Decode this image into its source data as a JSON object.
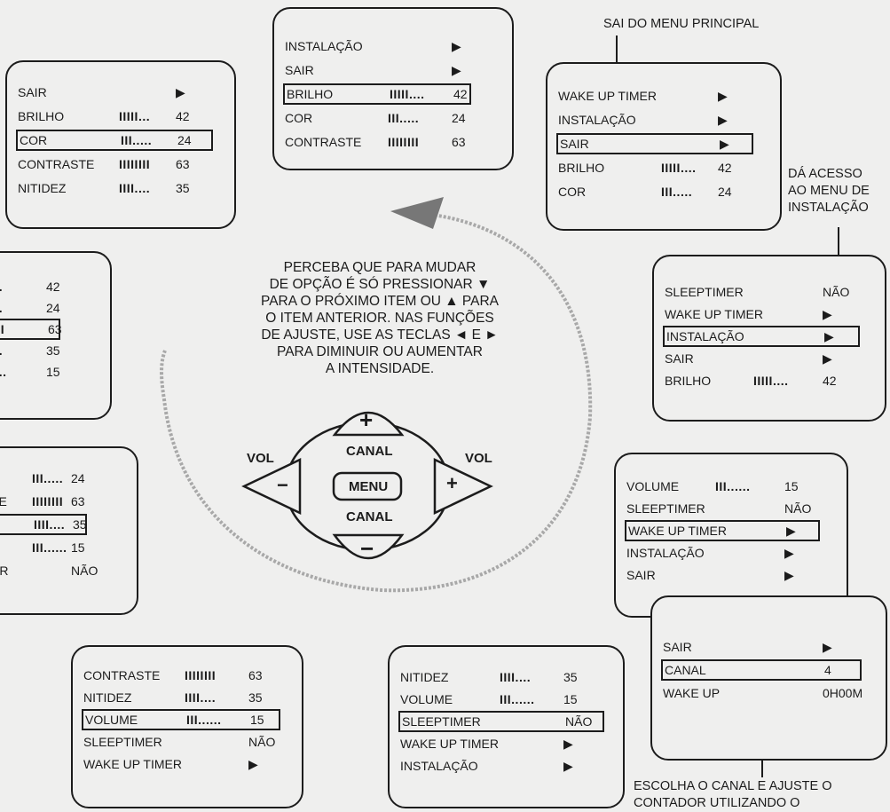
{
  "footer_note": [
    "ESCOLHA O CANAL E AJUSTE O",
    "CONTADOR UTILIZANDO O"
  ],
  "top_note": "SAI DO MENU PRINCIPAL",
  "right_note": [
    "DÁ ACESSO",
    "AO MENU DE",
    "INSTALAÇÃO"
  ],
  "center_text": [
    "PERCEBA QUE PARA MUDAR",
    "DE OPÇÃO É SÓ PRESSIONAR ▼",
    "PARA O PRÓXIMO ITEM OU ▲ PARA",
    "O ITEM ANTERIOR. NAS FUNÇÕES",
    "DE AJUSTE, USE AS TECLAS ◄ E ►",
    "PARA DIMINUIR OU AUMENTAR",
    "A INTENSIDADE."
  ],
  "remote": {
    "vol_left": "VOL",
    "vol_right": "VOL",
    "canal_up": "CANAL",
    "canal_down": "CANAL",
    "menu": "MENU",
    "plus": "+",
    "minus": "−"
  },
  "screens": {
    "top_center": [
      {
        "label": "INSTALAÇÃO",
        "bar": "",
        "value": "▶"
      },
      {
        "label": "SAIR",
        "bar": "",
        "value": "▶"
      },
      {
        "label": "BRILHO",
        "bar": "IIIII....",
        "value": "42"
      },
      {
        "label": "COR",
        "bar": "III.....",
        "value": "24"
      },
      {
        "label": "CONTRASTE",
        "bar": "IIIIIIII",
        "value": "63"
      }
    ],
    "top_left": [
      {
        "label": "SAIR",
        "bar": "",
        "value": "▶"
      },
      {
        "label": "BRILHO",
        "bar": "IIIII...",
        "value": "42"
      },
      {
        "label": "COR",
        "bar": "III.....",
        "value": "24"
      },
      {
        "label": "CONTRASTE",
        "bar": "IIIIIIII",
        "value": "63"
      },
      {
        "label": "NITIDEZ",
        "bar": "IIII....",
        "value": "35"
      }
    ],
    "top_right": [
      {
        "label": "WAKE UP TIMER",
        "bar": "",
        "value": "▶"
      },
      {
        "label": "INSTALAÇÃO",
        "bar": "",
        "value": "▶"
      },
      {
        "label": "SAIR",
        "bar": "",
        "value": "▶"
      },
      {
        "label": "BRILHO",
        "bar": "IIIII....",
        "value": "42"
      },
      {
        "label": "COR",
        "bar": "III.....",
        "value": "24"
      }
    ],
    "mid_left": [
      {
        "label": "",
        "bar": "IIIII...",
        "value": "42"
      },
      {
        "label": "",
        "bar": "III.....",
        "value": "24"
      },
      {
        "label": "",
        "bar": "IIIIIIII",
        "value": "63"
      },
      {
        "label": "",
        "bar": "IIII....",
        "value": "35"
      },
      {
        "label": "",
        "bar": "III......",
        "value": "15"
      }
    ],
    "mid_right": [
      {
        "label": "SLEEPTIMER",
        "bar": "",
        "value": "NÃO"
      },
      {
        "label": "WAKE UP TIMER",
        "bar": "",
        "value": "▶"
      },
      {
        "label": "INSTALAÇÃO",
        "bar": "",
        "value": "▶"
      },
      {
        "label": "SAIR",
        "bar": "",
        "value": "▶"
      },
      {
        "label": "BRILHO",
        "bar": "IIIII....",
        "value": "42"
      }
    ],
    "low_left": [
      {
        "label": "",
        "bar": "III.....",
        "value": "24"
      },
      {
        "label": "TE",
        "bar": "IIIIIIII",
        "value": "63"
      },
      {
        "label": "",
        "bar": "IIII....",
        "value": "35"
      },
      {
        "label": "",
        "bar": "III......",
        "value": "15"
      },
      {
        "label": "ER",
        "bar": "",
        "value": "NÃO"
      }
    ],
    "low_right": [
      {
        "label": "VOLUME",
        "bar": "III......",
        "value": "15"
      },
      {
        "label": "SLEEPTIMER",
        "bar": "",
        "value": "NÃO"
      },
      {
        "label": "WAKE UP TIMER",
        "bar": "",
        "value": "▶"
      },
      {
        "label": "INSTALAÇÃO",
        "bar": "",
        "value": "▶"
      },
      {
        "label": "SAIR",
        "bar": "",
        "value": "▶"
      }
    ],
    "canal": [
      {
        "label": "SAIR",
        "bar": "",
        "value": "▶"
      },
      {
        "label": "CANAL",
        "bar": "",
        "value": "4"
      },
      {
        "label": "WAKE UP",
        "bar": "",
        "value": "0H00M"
      }
    ],
    "bottom_left": [
      {
        "label": "CONTRASTE",
        "bar": "IIIIIIII",
        "value": "63"
      },
      {
        "label": "NITIDEZ",
        "bar": "IIII....",
        "value": "35"
      },
      {
        "label": "VOLUME",
        "bar": "III......",
        "value": "15"
      },
      {
        "label": "SLEEPTIMER",
        "bar": "",
        "value": "NÃO"
      },
      {
        "label": "WAKE UP TIMER",
        "bar": "",
        "value": "▶"
      }
    ],
    "bottom_center": [
      {
        "label": "NITIDEZ",
        "bar": "IIII....",
        "value": "35"
      },
      {
        "label": "VOLUME",
        "bar": "III......",
        "value": "15"
      },
      {
        "label": "SLEEPTIMER",
        "bar": "",
        "value": "NÃO"
      },
      {
        "label": "WAKE UP TIMER",
        "bar": "",
        "value": "▶"
      },
      {
        "label": "INSTALAÇÃO",
        "bar": "",
        "value": "▶"
      }
    ]
  }
}
